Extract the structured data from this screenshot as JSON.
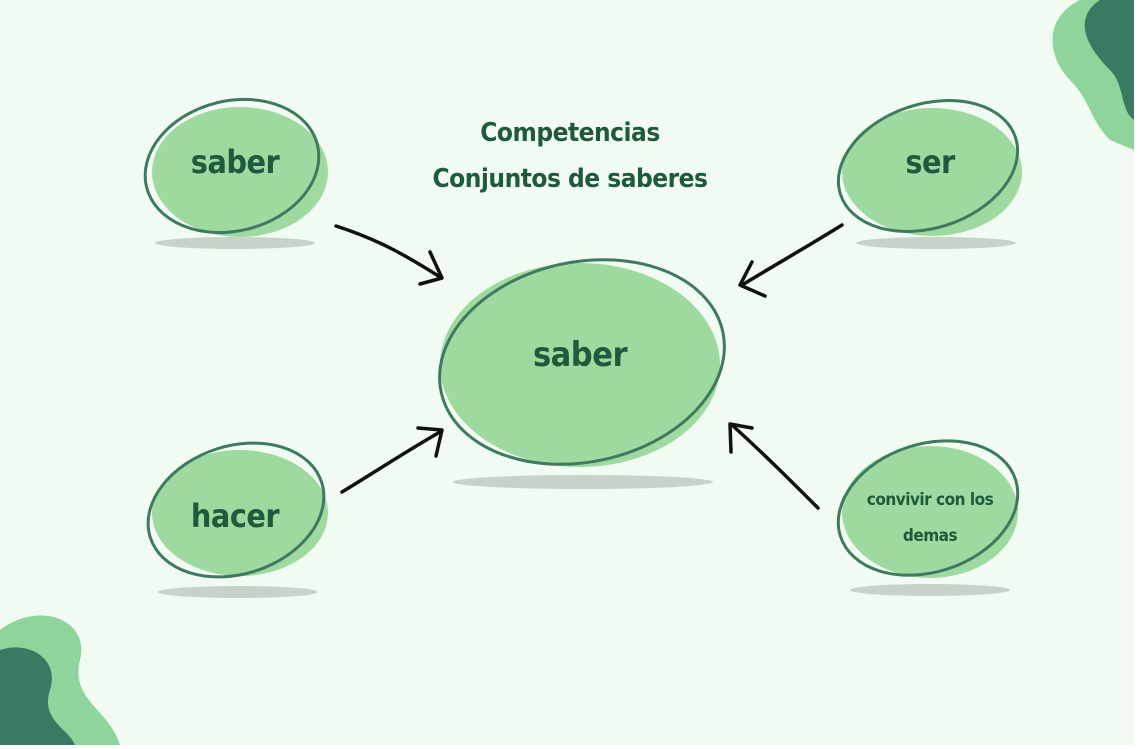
{
  "title": {
    "line1": "Competencias",
    "line2": "Conjuntos de saberes"
  },
  "center_node": {
    "label": "saber"
  },
  "nodes": {
    "top_left": "saber",
    "top_right": "ser",
    "bottom_left": "hacer",
    "bottom_right_line1": "convivir con los",
    "bottom_right_line2": "demas"
  },
  "colors": {
    "background": "#f1fbf1",
    "fill": "#9ed9a0",
    "outline": "#3d7a5e",
    "text": "#1f5a3d",
    "shadow": "#c9d2c9",
    "arrow": "#111111",
    "decor_light": "#8fd49a",
    "decor_dark": "#3a7a62"
  }
}
